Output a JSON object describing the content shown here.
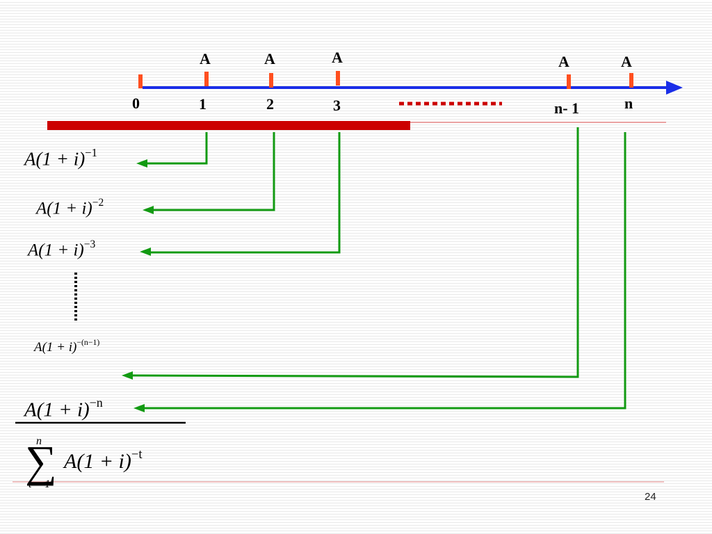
{
  "timeline": {
    "period_labels": [
      "0",
      "1",
      "2",
      "3",
      "n- 1",
      "n"
    ],
    "payment_label": "A",
    "colors": {
      "axis": "#1a2ee8",
      "tick": "#ff4f1f",
      "bar": "#cc0000",
      "arrow": "#129a12",
      "dots": "#cc0000"
    }
  },
  "formulas": {
    "term1": {
      "base": "A(1 + i)",
      "exp": "−1"
    },
    "term2": {
      "base": "A(1 + i)",
      "exp": "−2"
    },
    "term3": {
      "base": "A(1 + i)",
      "exp": "−3"
    },
    "term_n_minus_1": {
      "base": "A(1 + i)",
      "exp": "−(n−1)"
    },
    "term_n": {
      "base": "A(1 + i)",
      "exp": "−n"
    },
    "sum": {
      "sigma": "∑",
      "upper": "n",
      "lower": "t = 1",
      "body": "A(1 + i)",
      "exp": "−t"
    }
  },
  "page_number": "24"
}
